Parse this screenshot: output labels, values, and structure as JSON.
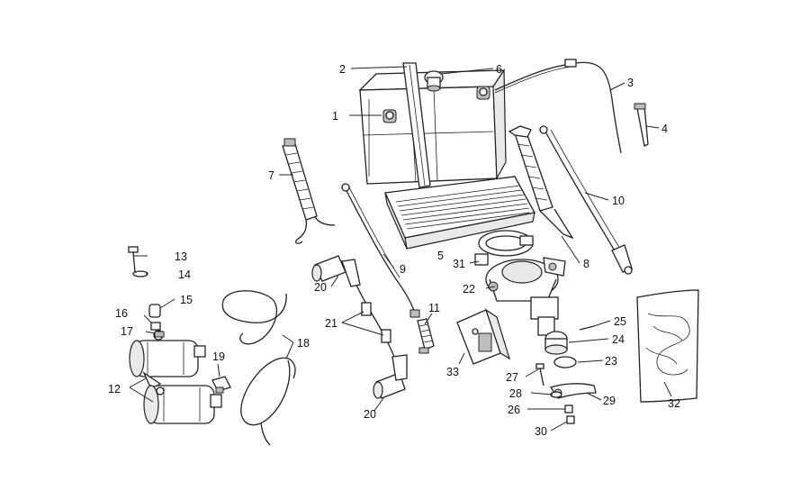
{
  "callouts": {
    "c1": "1",
    "c2": "2",
    "c3": "3",
    "c4": "4",
    "c5": "5",
    "c6": "6",
    "c7": "7",
    "c8": "8",
    "c9": "9",
    "c10": "10",
    "c11": "11",
    "c12": "12",
    "c13": "13",
    "c14": "14",
    "c15": "15",
    "c16": "16",
    "c17": "17",
    "c18": "18",
    "c19": "19",
    "c20a": "20",
    "c20b": "20",
    "c21": "21",
    "c22": "22",
    "c23": "23",
    "c24": "24",
    "c25": "25",
    "c26": "26",
    "c27": "27",
    "c28": "28",
    "c29": "29",
    "c30": "30",
    "c31": "31",
    "c32": "32",
    "c33": "33"
  }
}
